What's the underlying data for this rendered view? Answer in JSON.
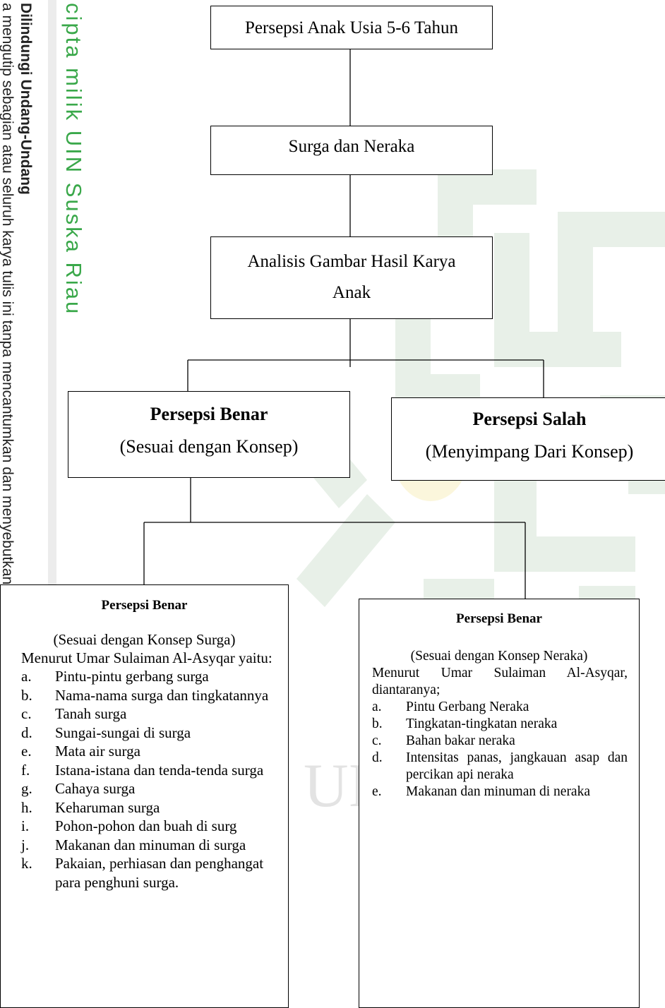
{
  "margin_notes": {
    "repository": "cipta milik UIN Suska Riau",
    "law": "Dilindungi Undang-Undang",
    "notice": "a mengutip sebagian atau seluruh karya tulis ini tanpa mencantumkan dan menyebutkan sumber."
  },
  "watermark_text": "UIN       A",
  "colors": {
    "accent_green": "#3aa84a",
    "watermark": "#e6efe6"
  },
  "nodes": {
    "root": "Persepsi Anak Usia 5-6 Tahun",
    "topic": "Surga dan Neraka",
    "analysis": [
      "Analisis Gambar Hasil Karya",
      "Anak"
    ],
    "correct": {
      "title": "Persepsi Benar",
      "subtitle": "(Sesuai dengan Konsep)"
    },
    "wrong": {
      "title": "Persepsi Salah",
      "subtitle": "(Menyimpang Dari Konsep)"
    }
  },
  "heaven": {
    "title": "Persepsi Benar",
    "subtitle": "(Sesuai dengan Konsep Surga)",
    "intro": "Menurut Umar Sulaiman Al-Asyqar yaitu:",
    "items": [
      {
        "marker": "a.",
        "text": "Pintu-pintu gerbang surga"
      },
      {
        "marker": "b.",
        "text": "Nama-nama surga dan tingkatannya"
      },
      {
        "marker": "c.",
        "text": "Tanah surga"
      },
      {
        "marker": "d.",
        "text": "Sungai-sungai di surga"
      },
      {
        "marker": "e.",
        "text": "Mata air surga"
      },
      {
        "marker": "f.",
        "text": "Istana-istana dan tenda-tenda surga"
      },
      {
        "marker": "g.",
        "text": "Cahaya surga"
      },
      {
        "marker": "h.",
        "text": "Keharuman surga"
      },
      {
        "marker": "i.",
        "text": "Pohon-pohon dan buah di surg"
      },
      {
        "marker": "j.",
        "text": "Makanan dan minuman di surga"
      },
      {
        "marker": "k.",
        "text": "Pakaian, perhiasan dan penghangat para penghuni surga."
      }
    ]
  },
  "hell": {
    "title": "Persepsi Benar",
    "subtitle": "(Sesuai dengan Konsep Neraka)",
    "intro": "Menurut Umar Sulaiman Al-Asyqar, diantaranya;",
    "items": [
      {
        "marker": "a.",
        "text": "Pintu Gerbang Neraka"
      },
      {
        "marker": "b.",
        "text": "Tingkatan-tingkatan neraka"
      },
      {
        "marker": "c.",
        "text": "Bahan bakar neraka"
      },
      {
        "marker": "d.",
        "text": "Intensitas panas, jangkauan asap dan percikan api neraka"
      },
      {
        "marker": "e.",
        "text": "Makanan dan minuman di neraka"
      }
    ]
  }
}
